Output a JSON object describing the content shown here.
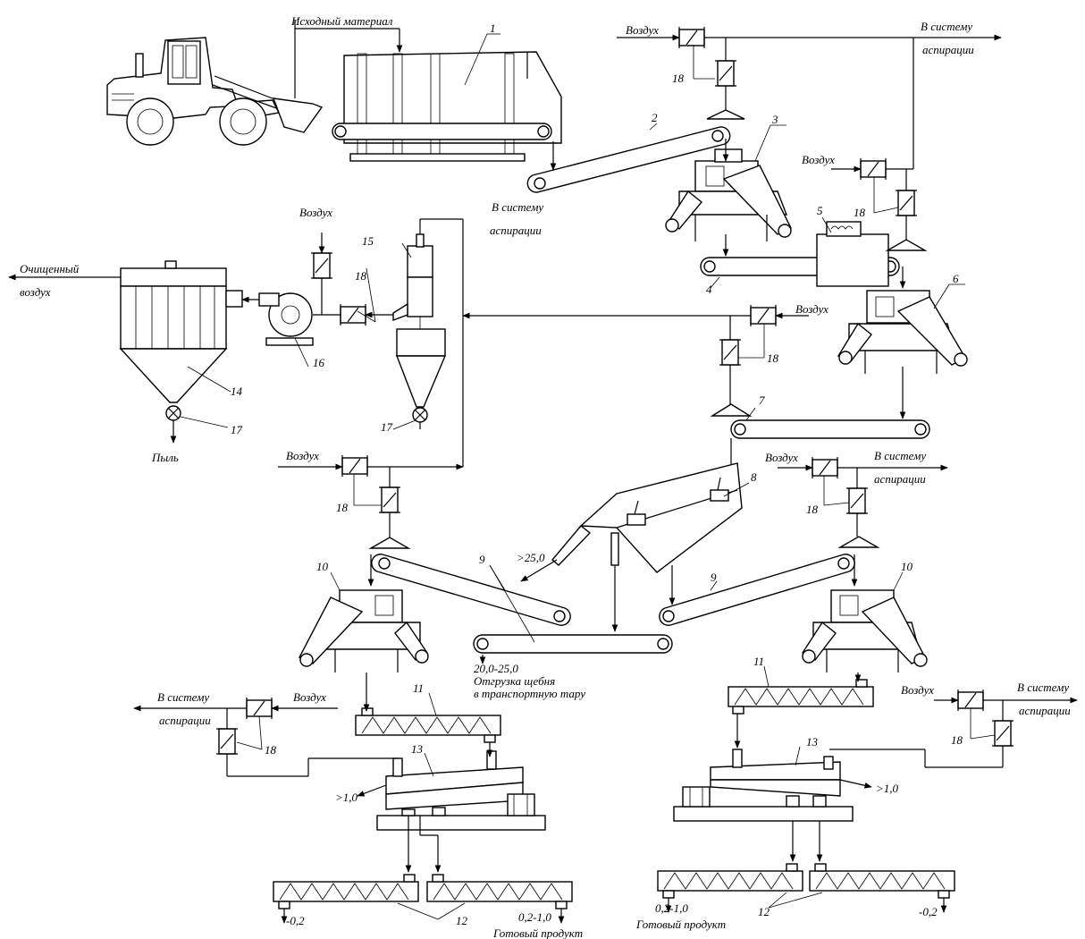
{
  "labels": {
    "source_material": "Исходный материал",
    "air": "Воздух",
    "to_aspiration_line1": "В систему",
    "to_aspiration_line2": "аспирации",
    "cleaned_air_line1": "Очищенный",
    "cleaned_air_line2": "воздух",
    "dust": "Пыль",
    "size_over_25": ">25,0",
    "size_20_25": "20,0-25,0",
    "shipment_line1": "Отгрузка щебня",
    "shipment_line2": "в транспортную тару",
    "size_over_1": ">1,0",
    "size_minus_02": "-0,2",
    "size_02_1": "0,2-1,0",
    "finished_product": "Готовый продукт"
  },
  "numbers": {
    "n1": "1",
    "n2": "2",
    "n3": "3",
    "n4": "4",
    "n5": "5",
    "n6": "6",
    "n7": "7",
    "n8": "8",
    "n9": "9",
    "n10": "10",
    "n11": "11",
    "n12": "12",
    "n13": "13",
    "n14": "14",
    "n15": "15",
    "n16": "16",
    "n17": "17",
    "n18": "18"
  },
  "colors": {
    "ink": "#000000",
    "paper": "#ffffff"
  }
}
